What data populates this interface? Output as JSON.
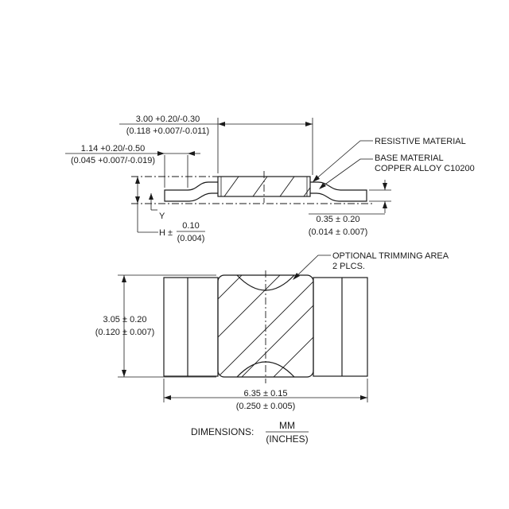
{
  "side_view": {
    "length_dim": {
      "mm": "3.00 +0.20/-0.30",
      "inch": "(0.118 +0.007/-0.011)"
    },
    "terminal_dim": {
      "mm": "1.14 +0.20/-0.50",
      "inch": "(0.045 +0.007/-0.019)"
    },
    "resistive_label": "RESISTIVE MATERIAL",
    "base_label_1": "BASE MATERIAL",
    "base_label_2": "COPPER ALLOY C10200",
    "y_label": "Y",
    "h_prefix": "H ±",
    "h_mm": "0.10",
    "h_inch": "(0.004)",
    "thickness_dim": {
      "mm": "0.35 ± 0.20",
      "inch": "(0.014 ± 0.007)"
    }
  },
  "top_view": {
    "trim_label_1": "OPTIONAL TRIMMING AREA",
    "trim_label_2": "2 PLCS.",
    "width_dim": {
      "mm": "3.05 ± 0.20",
      "inch": "(0.120 ± 0.007)"
    },
    "length_dim": {
      "mm": "6.35 ± 0.15",
      "inch": "(0.250 ± 0.005)"
    }
  },
  "footer": {
    "label": "DIMENSIONS:",
    "unit_top": "MM",
    "unit_bottom": "(INCHES)"
  }
}
